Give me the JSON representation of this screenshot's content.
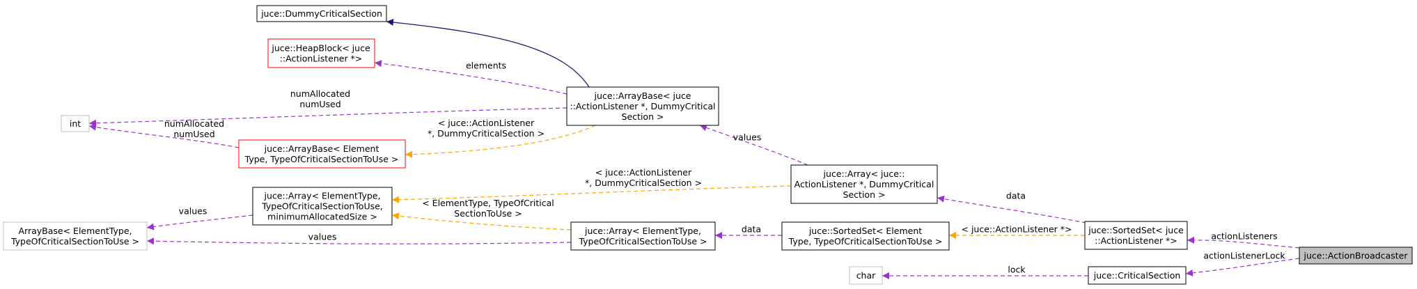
{
  "colors": {
    "black_border": "#000000",
    "red_border": "#ff0000",
    "gray_border": "#bfbfbf",
    "focus_fill": "#bfbfbf",
    "purple_edge": "#9a32cd",
    "orange_edge": "#ffa500",
    "navy_edge": "#191970"
  },
  "nodes": {
    "dummy_critical_section": [
      "juce::DummyCriticalSection"
    ],
    "heapblock": [
      "juce::HeapBlock< juce",
      "::ActionListener *>"
    ],
    "int": [
      "int"
    ],
    "arraybase_template": [
      "juce::ArrayBase< Element",
      "Type, TypeOfCriticalSectionToUse >"
    ],
    "arraybase_listener": [
      "juce::ArrayBase< juce",
      "::ActionListener *, DummyCritical",
      "Section >"
    ],
    "array_listener": [
      "juce::Array< juce::",
      "ActionListener *, DummyCritical",
      "Section >"
    ],
    "array_template_full": [
      "juce::Array< ElementType,",
      "TypeOfCriticalSectionToUse,",
      "minimumAllocatedSize >"
    ],
    "arraybase_external": [
      "ArrayBase< ElementType,",
      "TypeOfCriticalSectionToUse >"
    ],
    "array_template": [
      "juce::Array< ElementType,",
      "TypeOfCriticalSectionToUse >"
    ],
    "sortedset_template": [
      "juce::SortedSet< Element",
      "Type, TypeOfCriticalSectionToUse >"
    ],
    "sortedset_listener": [
      "juce::SortedSet< juce",
      "::ActionListener *>"
    ],
    "action_broadcaster": [
      "juce::ActionBroadcaster"
    ],
    "char": [
      "char"
    ],
    "critical_section": [
      "juce::CriticalSection"
    ]
  },
  "edge_labels": {
    "elements": [
      "elements"
    ],
    "num_allocated_used_1": [
      "numAllocated",
      "numUsed"
    ],
    "num_allocated_used_2": [
      "numAllocated",
      "numUsed"
    ],
    "template_args_arraybase": [
      "< juce::ActionListener",
      "*, DummyCriticalSection >"
    ],
    "values_1": [
      "values"
    ],
    "template_args_array": [
      "< juce::ActionListener",
      "*, DummyCriticalSection >"
    ],
    "values_2": [
      "values"
    ],
    "template_args_elementtype": [
      "< ElementType, TypeOfCritical",
      "SectionToUse >"
    ],
    "values_3": [
      "values"
    ],
    "data_1": [
      "data"
    ],
    "data_2": [
      "data"
    ],
    "template_args_sortedset": [
      "< juce::ActionListener *>"
    ],
    "action_listeners": [
      "actionListeners"
    ],
    "action_listener_lock": [
      "actionListenerLock"
    ],
    "lock": [
      "lock"
    ]
  }
}
